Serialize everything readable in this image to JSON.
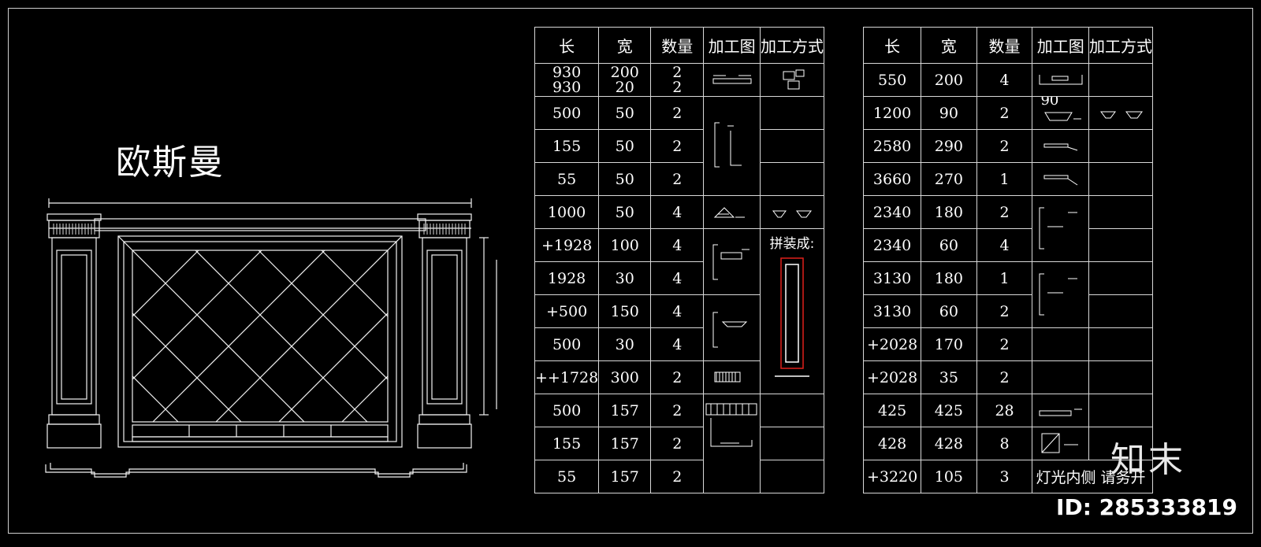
{
  "drawing": {
    "title": "欧斯曼"
  },
  "table_left": {
    "headers": [
      "长",
      "宽",
      "数量",
      "加工图",
      "加工方式"
    ],
    "rows": [
      {
        "l": "930\n930",
        "w": "200\n20",
        "q": "2\n2"
      },
      {
        "l": "500",
        "w": "50",
        "q": "2"
      },
      {
        "l": "155",
        "w": "50",
        "q": "2"
      },
      {
        "l": "55",
        "w": "50",
        "q": "2"
      },
      {
        "l": "1000",
        "w": "50",
        "q": "4"
      },
      {
        "l": "+1928",
        "w": "100",
        "q": "4"
      },
      {
        "l": "1928",
        "w": "30",
        "q": "4"
      },
      {
        "l": "+500",
        "w": "150",
        "q": "4"
      },
      {
        "l": "500",
        "w": "30",
        "q": "4"
      },
      {
        "l": "++1728",
        "w": "300",
        "q": "2"
      },
      {
        "l": "500",
        "w": "157",
        "q": "2"
      },
      {
        "l": "155",
        "w": "157",
        "q": "2"
      },
      {
        "l": "55",
        "w": "157",
        "q": "2"
      }
    ],
    "assembly_note": "拼装成:"
  },
  "table_right": {
    "headers": [
      "长",
      "宽",
      "数量",
      "加工图",
      "加工方式"
    ],
    "rows": [
      {
        "l": "550",
        "w": "200",
        "q": "4"
      },
      {
        "l": "1200",
        "w": "90",
        "q": "2"
      },
      {
        "l": "2580",
        "w": "290",
        "q": "2"
      },
      {
        "l": "3660",
        "w": "270",
        "q": "1"
      },
      {
        "l": "2340",
        "w": "180",
        "q": "2"
      },
      {
        "l": "2340",
        "w": "60",
        "q": "4"
      },
      {
        "l": "3130",
        "w": "180",
        "q": "1"
      },
      {
        "l": "3130",
        "w": "60",
        "q": "2"
      },
      {
        "l": "+2028",
        "w": "170",
        "q": "2"
      },
      {
        "l": "+2028",
        "w": "35",
        "q": "2"
      },
      {
        "l": "425",
        "w": "425",
        "q": "28"
      },
      {
        "l": "428",
        "w": "428",
        "q": "8"
      },
      {
        "l": "+3220",
        "w": "105",
        "q": "3"
      }
    ],
    "last_row_note": "灯光内侧 请务开",
    "dim_label": "90"
  },
  "watermark": {
    "brand": "知末",
    "id": "ID: 285333819"
  },
  "colors": {
    "background": "#000000",
    "line": "#ffffff",
    "highlight": "#e0201a"
  }
}
